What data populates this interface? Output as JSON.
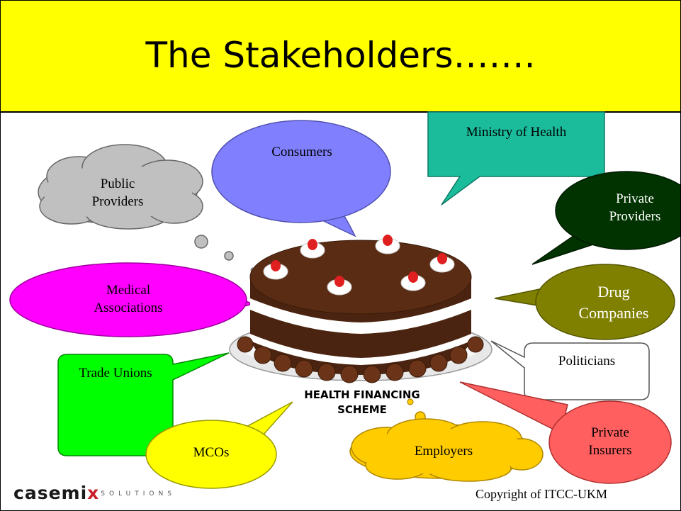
{
  "slide": {
    "title": "The Stakeholders…….",
    "center_caption_line1": "HEALTH FINANCING",
    "center_caption_line2": "SCHEME",
    "copyright": "Copyright of ITCC-UKM"
  },
  "logo": {
    "main": "casemi",
    "x": "x",
    "solutions": "SOLUTIONS"
  },
  "stakeholders": {
    "consumers": "Consumers",
    "ministry": "Ministry of Health",
    "public_providers_1": "Public",
    "public_providers_2": "Providers",
    "private_providers_1": "Private",
    "private_providers_2": "Providers",
    "medical_1": "Medical",
    "medical_2": "Associations",
    "drug_1": "Drug",
    "drug_2": "Companies",
    "trade_unions": "Trade Unions",
    "politicians": "Politicians",
    "mcos": "MCOs",
    "employers": "Employers",
    "private_insurers_1": "Private",
    "private_insurers_2": "Insurers"
  },
  "colors": {
    "header": "#ffff00",
    "consumers": "#8080ff",
    "ministry": "#1abc9c",
    "public_providers": "#c0c0c0",
    "private_providers": "#003300",
    "medical": "#ff00ff",
    "drug": "#808000",
    "trade_unions": "#00ff00",
    "politicians": "#ffffff",
    "mcos": "#ffff00",
    "employers": "#ffcc00",
    "private_insurers": "#ff5f5f"
  }
}
